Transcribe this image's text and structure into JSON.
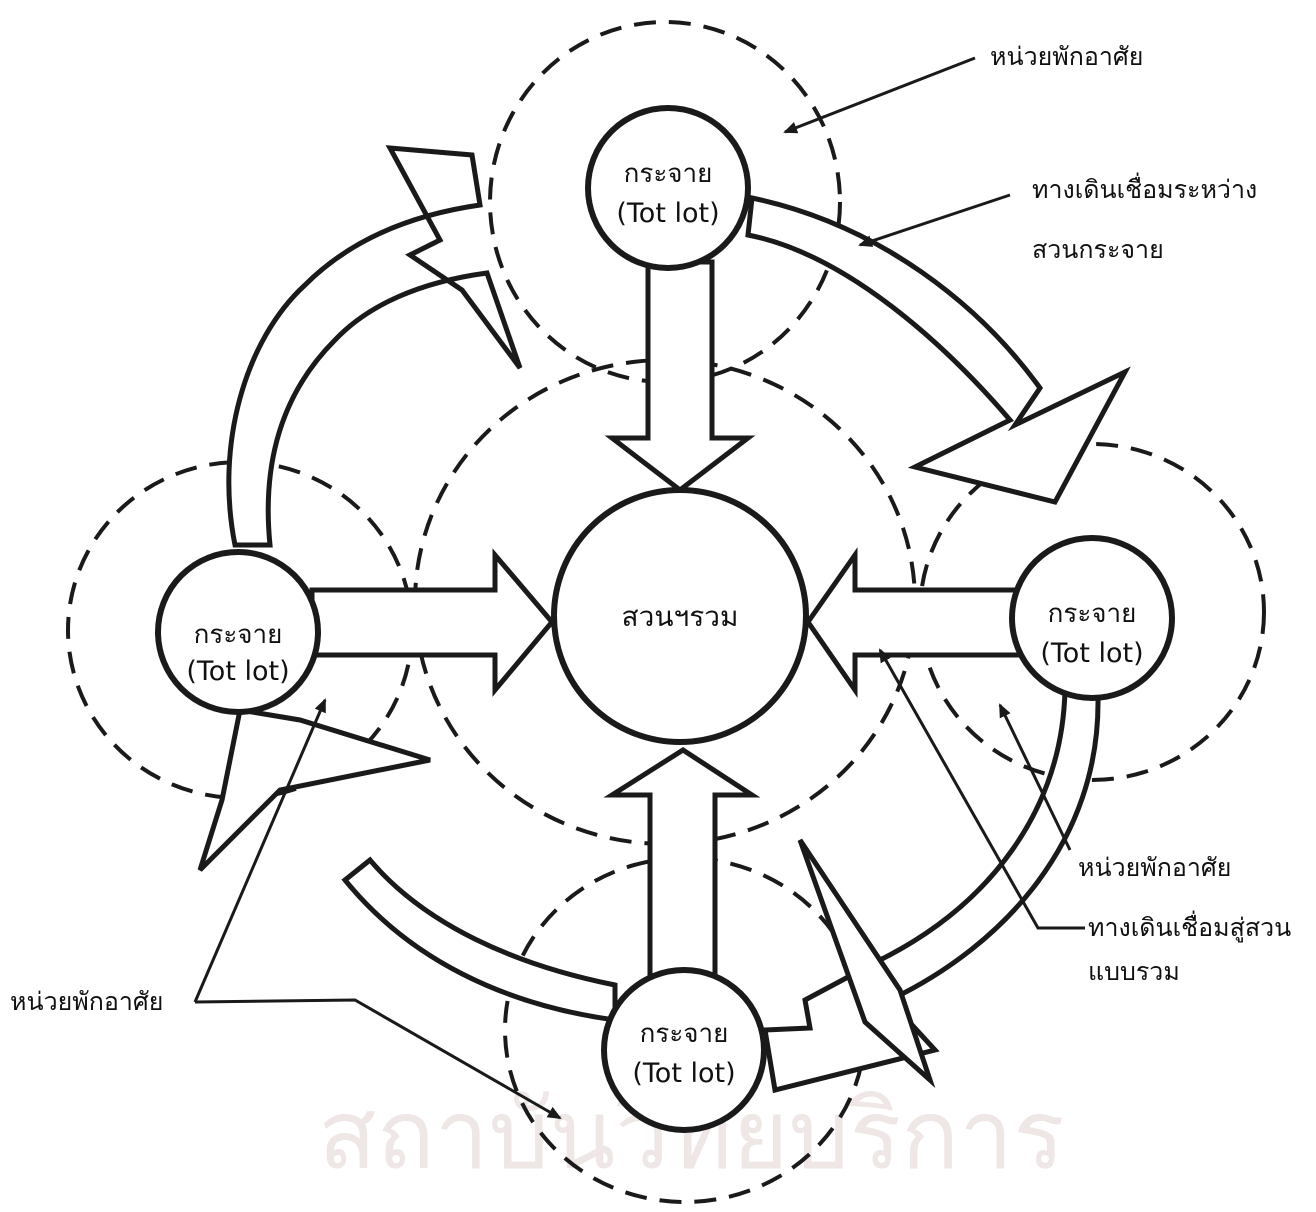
{
  "diagram": {
    "colors": {
      "ink": "#1a1a1a",
      "paper": "#ffffff",
      "watermark": "#efe6e6"
    },
    "center": {
      "label": "สวนฯรวม"
    },
    "nodes": [
      {
        "id": "top",
        "label": "กระจาย",
        "sublabel": "(Tot lot)"
      },
      {
        "id": "left",
        "label": "กระจาย",
        "sublabel": "(Tot lot)"
      },
      {
        "id": "right",
        "label": "กระจาย",
        "sublabel": "(Tot lot)"
      },
      {
        "id": "bottom",
        "label": "กระจาย",
        "sublabel": "(Tot lot)"
      }
    ],
    "annotations": {
      "top_housing": "หน่วยพักอาศัย",
      "connector_line1": "ทางเดินเชื่อมระหว่าง",
      "connector_line2": "สวนกระจาย",
      "right_housing": "หน่วยพักอาศัย",
      "link_line1": "ทางเดินเชื่อมสู่สวน",
      "link_line2": "แบบรวม",
      "left_housing": "หน่วยพักอาศัย"
    },
    "watermark": "สถาบันวิทยบริการ"
  }
}
